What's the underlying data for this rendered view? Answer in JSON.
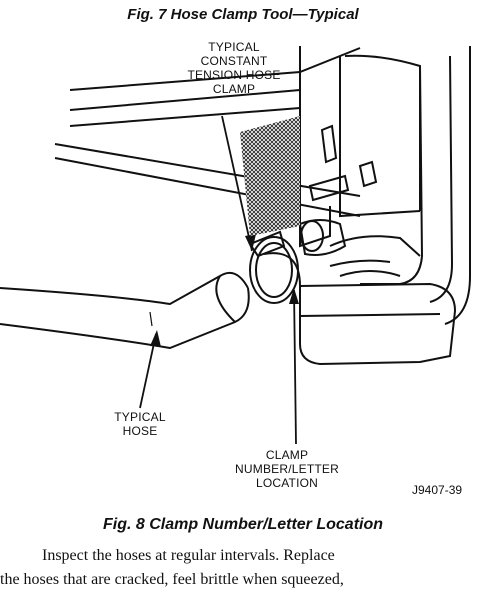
{
  "figure7": {
    "title": "Fig. 7 Hose Clamp Tool—Typical"
  },
  "figure8": {
    "title": "Fig. 8 Clamp Number/Letter Location",
    "labels": {
      "clamp": [
        "TYPICAL",
        "CONSTANT",
        "TENSION HOSE",
        "CLAMP"
      ],
      "hose": [
        "TYPICAL",
        "HOSE"
      ],
      "location": [
        "CLAMP",
        "NUMBER/LETTER",
        "LOCATION"
      ]
    },
    "ref_code": "J9407-39"
  },
  "body": {
    "line1": "Inspect the hoses at regular intervals. Replace",
    "line2": "the hoses that are cracked, feel brittle when squeezed,"
  }
}
